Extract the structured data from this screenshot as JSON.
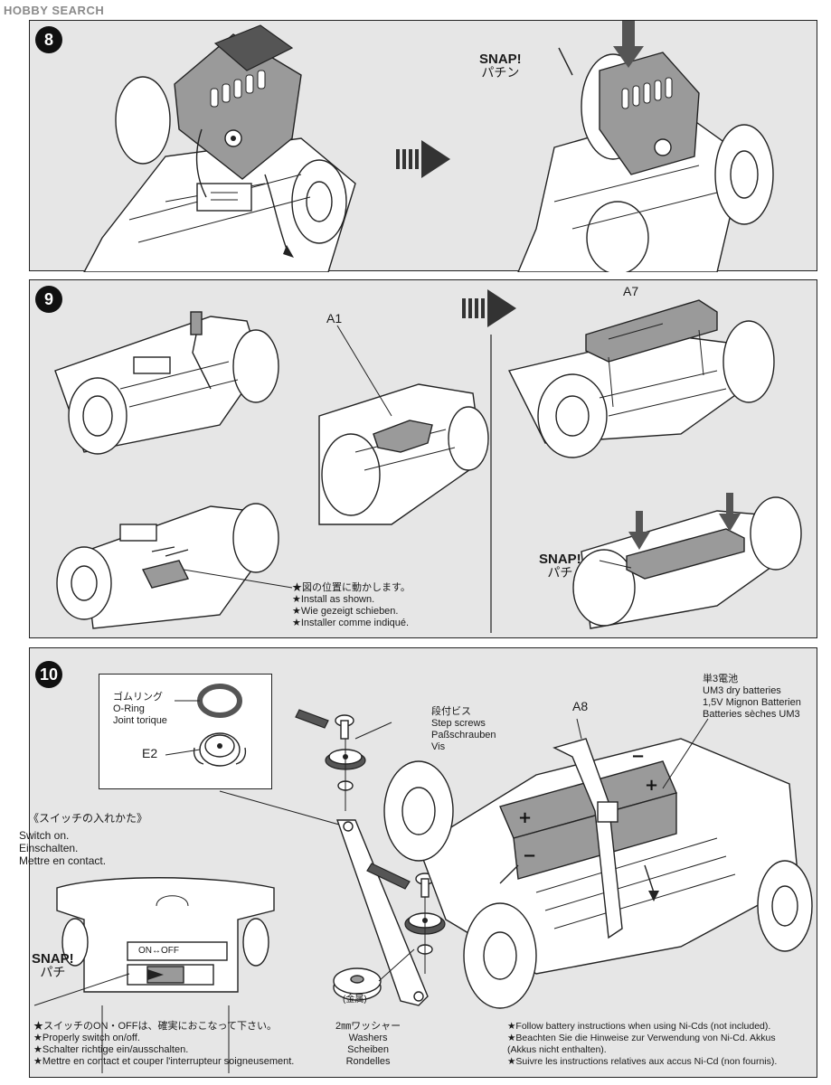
{
  "watermark": "HOBBY SEARCH",
  "step8": {
    "number": "8",
    "snap_en": "SNAP!",
    "snap_jp": "パチン"
  },
  "step9": {
    "number": "9",
    "part_a1": "A1",
    "part_a7": "A7",
    "snap_en": "SNAP!",
    "snap_jp": "パチ",
    "notes": [
      "★図の位置に動かします。",
      "★Install as shown.",
      "★Wie gezeigt schieben.",
      "★Installer comme indiqué."
    ]
  },
  "step10": {
    "number": "10",
    "oring": [
      "ゴムリング",
      "O-Ring",
      "Joint torique"
    ],
    "part_e2": "E2",
    "step_screws": [
      "段付ビス",
      "Step screws",
      "Paßschrauben",
      "Vis"
    ],
    "part_a8": "A8",
    "batteries": [
      "単3電池",
      "UM3 dry batteries",
      "1,5V Mignon Batterien",
      "Batteries sèches UM3"
    ],
    "switch_title": "《スイッチの入れかた》",
    "switch_on": [
      "Switch on.",
      "Einschalten.",
      "Mettre en contact."
    ],
    "switch_label": "ON↔OFF",
    "snap_en": "SNAP!",
    "snap_jp": "パチ",
    "metal": "(金属)",
    "washers": [
      "2㎜ワッシャー",
      "Washers",
      "Scheiben",
      "Rondelles"
    ],
    "switch_notes": [
      "★スイッチのON・OFFは、確実におこなって下さい。",
      "★Properly switch on/off.",
      "★Schalter richtige ein/ausschalten.",
      "★Mettre en contact et couper l'interrupteur soigneusement."
    ],
    "battery_notes": [
      "★Follow battery instructions when using Ni-Cds (not included).",
      "★Beachten Sie die Hinweise zur Verwendung von Ni-Cd. Akkus",
      "(Akkus nicht enthalten).",
      "★Suivre les instructions relatives aux accus Ni-Cd (non fournis)."
    ]
  }
}
